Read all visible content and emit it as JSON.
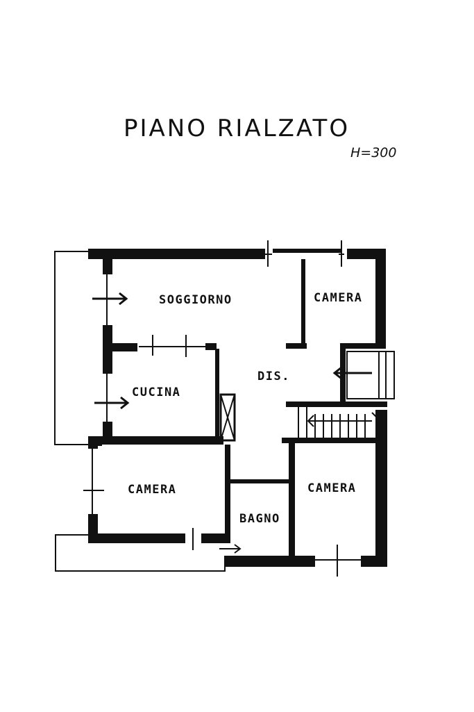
{
  "title": "PIANO RIALZATO",
  "height_note": "H=300",
  "rooms": {
    "soggiorno": "SOGGIORNO",
    "camera_top": "CAMERA",
    "cucina": "CUCINA",
    "dis": "DIS.",
    "camera_left": "CAMERA",
    "bagno": "BAGNO",
    "camera_right": "CAMERA"
  }
}
